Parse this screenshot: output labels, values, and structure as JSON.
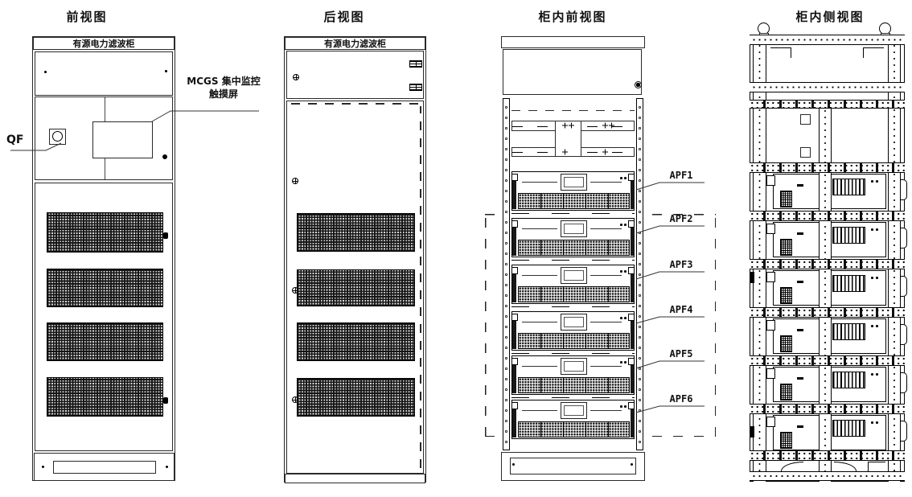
{
  "drawing": {
    "background_color": "#ffffff",
    "line_color": "#1a1a1a"
  },
  "front_view": {
    "title": "前视图",
    "cabinet_label": "有源电力滤波柜",
    "breaker_label": "QF",
    "touchscreen_label_line1": "MCGS 集中监控",
    "touchscreen_label_line2": "触摸屏"
  },
  "rear_view": {
    "title": "后视图",
    "cabinet_label": "有源电力滤波柜"
  },
  "interior_front_view": {
    "title": "柜内前视图",
    "module_labels": [
      "APF1",
      "APF2",
      "APF3",
      "APF4",
      "APF5",
      "APF6"
    ]
  },
  "interior_side_view": {
    "title": "柜内侧视图"
  }
}
